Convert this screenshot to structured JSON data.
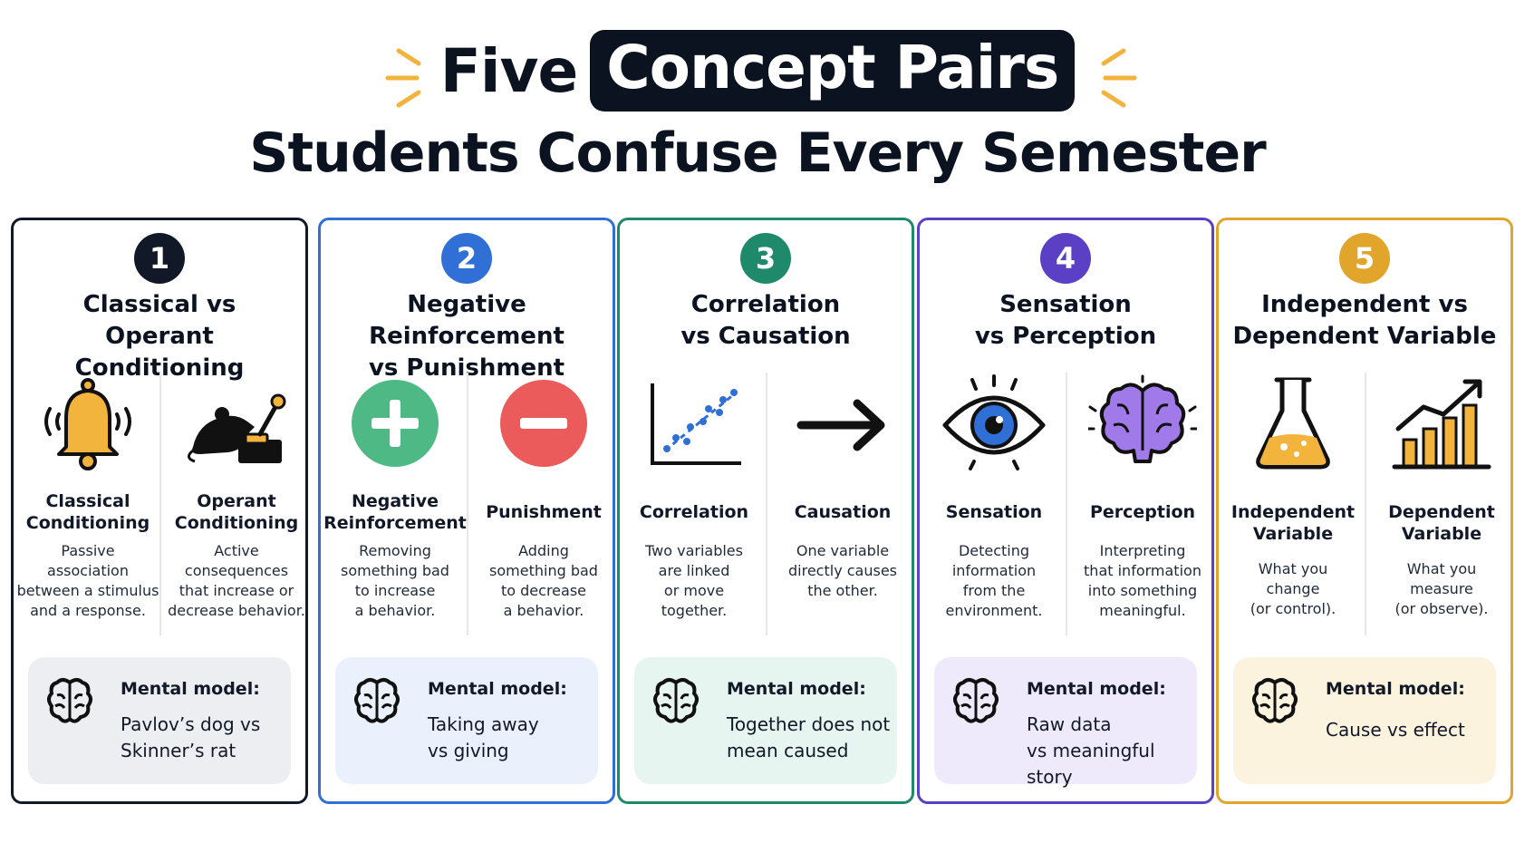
{
  "title": {
    "word1": "Five",
    "highlight": "Concept Pairs",
    "line2": "Students Confuse Every Semester"
  },
  "colors": {
    "card1": "#111827",
    "card2": "#2f6fd6",
    "card3": "#1f8a6b",
    "card4": "#5b3fc4",
    "card5": "#e0a52a",
    "accent_spark": "#f2b43c",
    "plus": "#4fb985",
    "minus": "#ec5b5b"
  },
  "cards": [
    {
      "number": "1",
      "title": "Classical vs\nOperant Conditioning",
      "left": {
        "icon": "bell-icon",
        "label": "Classical\nConditioning",
        "desc": "Passive\nassociation\nbetween a stimulus\nand a response."
      },
      "right": {
        "icon": "rat-lever-icon",
        "label": "Operant\nConditioning",
        "desc": "Active\nconsequences\nthat increase or\ndecrease behavior."
      },
      "model_label": "Mental model:",
      "model_text": "Pavlov’s dog vs\nSkinner’s rat"
    },
    {
      "number": "2",
      "title": "Negative Reinforcement\nvs Punishment",
      "left": {
        "icon": "plus-icon",
        "label": "Negative\nReinforcement",
        "desc": "Removing\nsomething bad\nto increase\na behavior."
      },
      "right": {
        "icon": "minus-icon",
        "label": "Punishment",
        "desc": "Adding\nsomething bad\nto decrease\na behavior."
      },
      "model_label": "Mental model:",
      "model_text": "Taking away\nvs giving"
    },
    {
      "number": "3",
      "title": "Correlation\nvs Causation",
      "left": {
        "icon": "scatter-plot-icon",
        "label": "Correlation",
        "desc": "Two variables\nare linked\nor move\ntogether."
      },
      "right": {
        "icon": "arrow-right-icon",
        "label": "Causation",
        "desc": "One variable\ndirectly causes\nthe other."
      },
      "model_label": "Mental model:",
      "model_text": "Together does not\nmean caused"
    },
    {
      "number": "4",
      "title": "Sensation\nvs Perception",
      "left": {
        "icon": "eye-icon",
        "label": "Sensation",
        "desc": "Detecting\ninformation\nfrom the\nenvironment."
      },
      "right": {
        "icon": "brain-icon",
        "label": "Perception",
        "desc": "Interpreting\nthat information\ninto something\nmeaningful."
      },
      "model_label": "Mental model:",
      "model_text": "Raw data\nvs meaningful story"
    },
    {
      "number": "5",
      "title": "Independent vs\nDependent Variable",
      "left": {
        "icon": "flask-icon",
        "label": "Independent\nVariable",
        "desc": "What you\nchange\n(or control)."
      },
      "right": {
        "icon": "bar-chart-icon",
        "label": "Dependent\nVariable",
        "desc": "What you\nmeasure\n(or observe)."
      },
      "model_label": "Mental model:",
      "model_text": "Cause vs effect"
    }
  ]
}
